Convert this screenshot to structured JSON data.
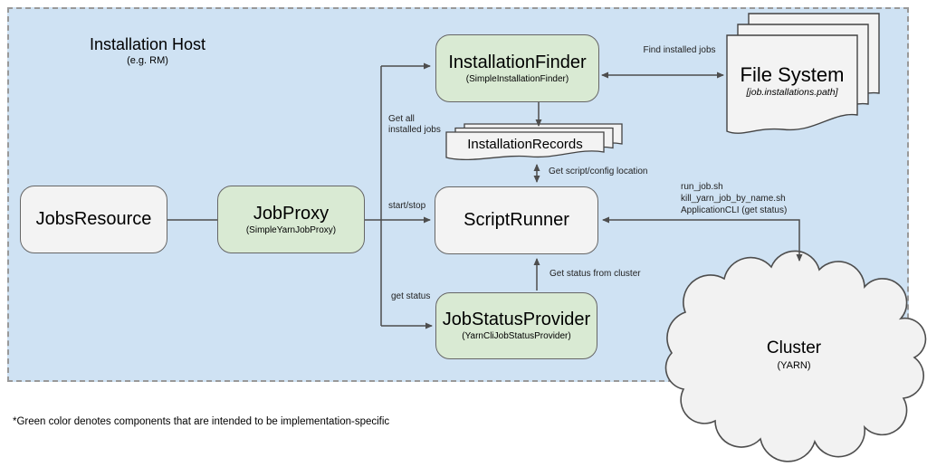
{
  "region": {
    "title": "Installation Host",
    "subtitle": "(e.g. RM)"
  },
  "nodes": {
    "jobs_resource": {
      "title": "JobsResource"
    },
    "job_proxy": {
      "title": "JobProxy",
      "subtitle": "(SimpleYarnJobProxy)"
    },
    "installation_finder": {
      "title": "InstallationFinder",
      "subtitle": "(SimpleInstallationFinder)"
    },
    "script_runner": {
      "title": "ScriptRunner"
    },
    "job_status_provider": {
      "title": "JobStatusProvider",
      "subtitle": "(YarnCliJobStatusProvider)"
    },
    "installation_records": {
      "title": "InstallationRecords"
    },
    "file_system": {
      "title": "File System",
      "subtitle": "[job.installations.path]"
    },
    "cluster": {
      "title": "Cluster",
      "subtitle": "(YARN)"
    }
  },
  "edge_labels": {
    "find_installed_jobs": "Find installed jobs",
    "get_all_line1": "Get all",
    "get_all_line2": "installed jobs",
    "start_stop": "start/stop",
    "get_status": "get status",
    "get_script_config": "Get script/config location",
    "get_status_from_cluster": "Get status from cluster",
    "run_line1": "run_job.sh",
    "run_line2": "kill_yarn_job_by_name.sh",
    "run_line3": "ApplicationCLI (get status)"
  },
  "edges": [
    {
      "from": "JobsResource",
      "to": "JobProxy",
      "label": "",
      "bidirectional": false
    },
    {
      "from": "JobProxy",
      "to": "InstallationFinder",
      "label": "Get all installed jobs",
      "bidirectional": false
    },
    {
      "from": "JobProxy",
      "to": "ScriptRunner",
      "label": "start/stop",
      "bidirectional": false
    },
    {
      "from": "JobProxy",
      "to": "JobStatusProvider",
      "label": "get status",
      "bidirectional": false
    },
    {
      "from": "InstallationFinder",
      "to": "InstallationRecords",
      "label": "",
      "bidirectional": false
    },
    {
      "from": "InstallationFinder",
      "to": "File System",
      "label": "Find installed jobs",
      "bidirectional": true
    },
    {
      "from": "InstallationRecords",
      "to": "ScriptRunner",
      "label": "Get script/config location",
      "bidirectional": true
    },
    {
      "from": "JobStatusProvider",
      "to": "ScriptRunner",
      "label": "Get status from cluster",
      "bidirectional": false
    },
    {
      "from": "Cluster",
      "to": "ScriptRunner",
      "label": "run_job.sh, kill_yarn_job_by_name.sh, ApplicationCLI (get status)",
      "bidirectional": true
    }
  ],
  "footnote": "*Green color denotes components that are intended to be implementation-specific",
  "colors": {
    "host_background": "#cfe2f3",
    "implementation_specific_fill": "#d9ead3",
    "neutral_fill": "#f3f3f3",
    "box_border": "#666666",
    "document_fill": "#f3f3f3",
    "cloud_fill": "#f2f2f2",
    "shape_border": "#434343",
    "arrow": "#4d4d4d",
    "dashed_border": "#999999",
    "page_background": "#ffffff"
  }
}
